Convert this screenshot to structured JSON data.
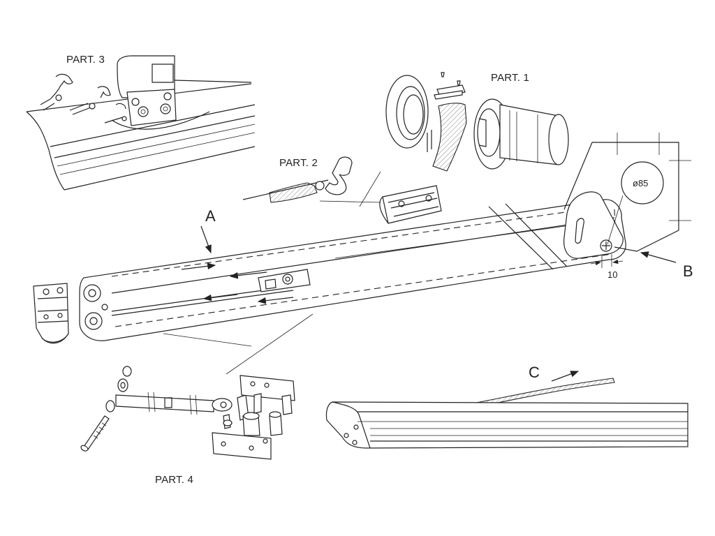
{
  "labels": {
    "part1": "PART. 1",
    "part2": "PART. 2",
    "part3": "PART. 3",
    "part4": "PART. 4",
    "detailA": "A",
    "detailB": "B",
    "detailC": "C",
    "diameter": "ø85",
    "offset": "10"
  },
  "colors": {
    "line": "#222222",
    "background": "#ffffff"
  }
}
